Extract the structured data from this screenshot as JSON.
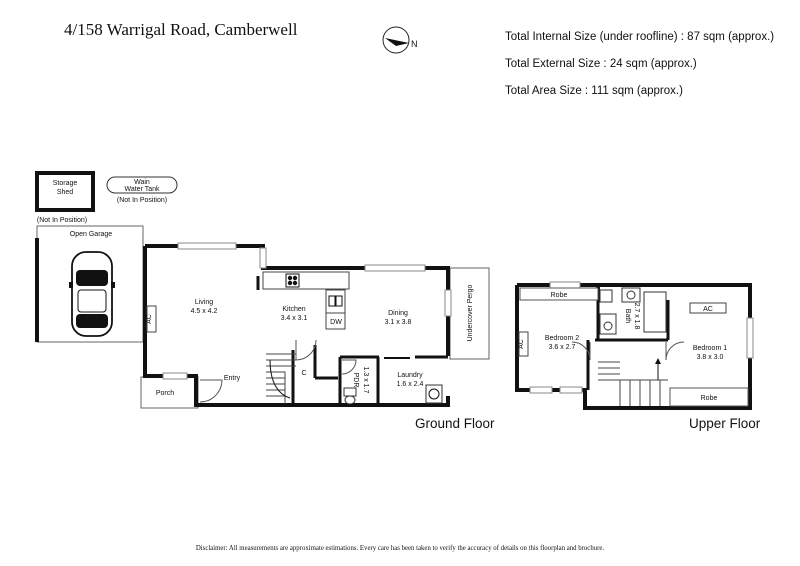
{
  "header": {
    "address": "4/158 Warrigal Road, Camberwell",
    "north_label": "N"
  },
  "sizes": {
    "internal": "Total Internal Size (under roofline) :  87 sqm (approx.)",
    "external": "Total External Size :  24 sqm (approx.)",
    "total": "Total Area Size :  111 sqm (approx.)"
  },
  "external": {
    "storage_shed_line1": "Storage",
    "storage_shed_line2": "Shed",
    "storage_note": "(Not In Position)",
    "tank_line1": "Wain",
    "tank_line2": "Water Tank",
    "tank_note": "(Not In Position)",
    "open_garage": "Open Garage",
    "porch": "Porch",
    "pergola": "Undercover Pergo"
  },
  "ground_floor": {
    "label": "Ground Floor",
    "living": {
      "name": "Living",
      "dims": "4.5 x 4.2"
    },
    "kitchen": {
      "name": "Kitchen",
      "dims": "3.4 x 3.1"
    },
    "dining": {
      "name": "Dining",
      "dims": "3.1 x 3.8"
    },
    "laundry": {
      "name": "Laundry",
      "dims": "1.6 x 2.4"
    },
    "pdr": {
      "name": "PDR",
      "dims": "1.3 x 1.7"
    },
    "entry": "Entry",
    "cupboard": "C",
    "dw": "DW",
    "ac": "AC"
  },
  "upper_floor": {
    "label": "Upper Floor",
    "bedroom1": {
      "name": "Bedroom 1",
      "dims": "3.8 x 3.0"
    },
    "bedroom2": {
      "name": "Bedroom 2",
      "dims": "3.6 x 2.7"
    },
    "bath": {
      "name": "Bath",
      "dims": "2.7 x 1.8"
    },
    "robe_top": "Robe",
    "robe_bottom": "Robe",
    "ac_left": "AC",
    "ac_right": "AC"
  },
  "disclaimer": "Disclaimer: All measurements are approximate estimations. Every care has been taken to verify the accuracy of details on this floorplan and brochure."
}
